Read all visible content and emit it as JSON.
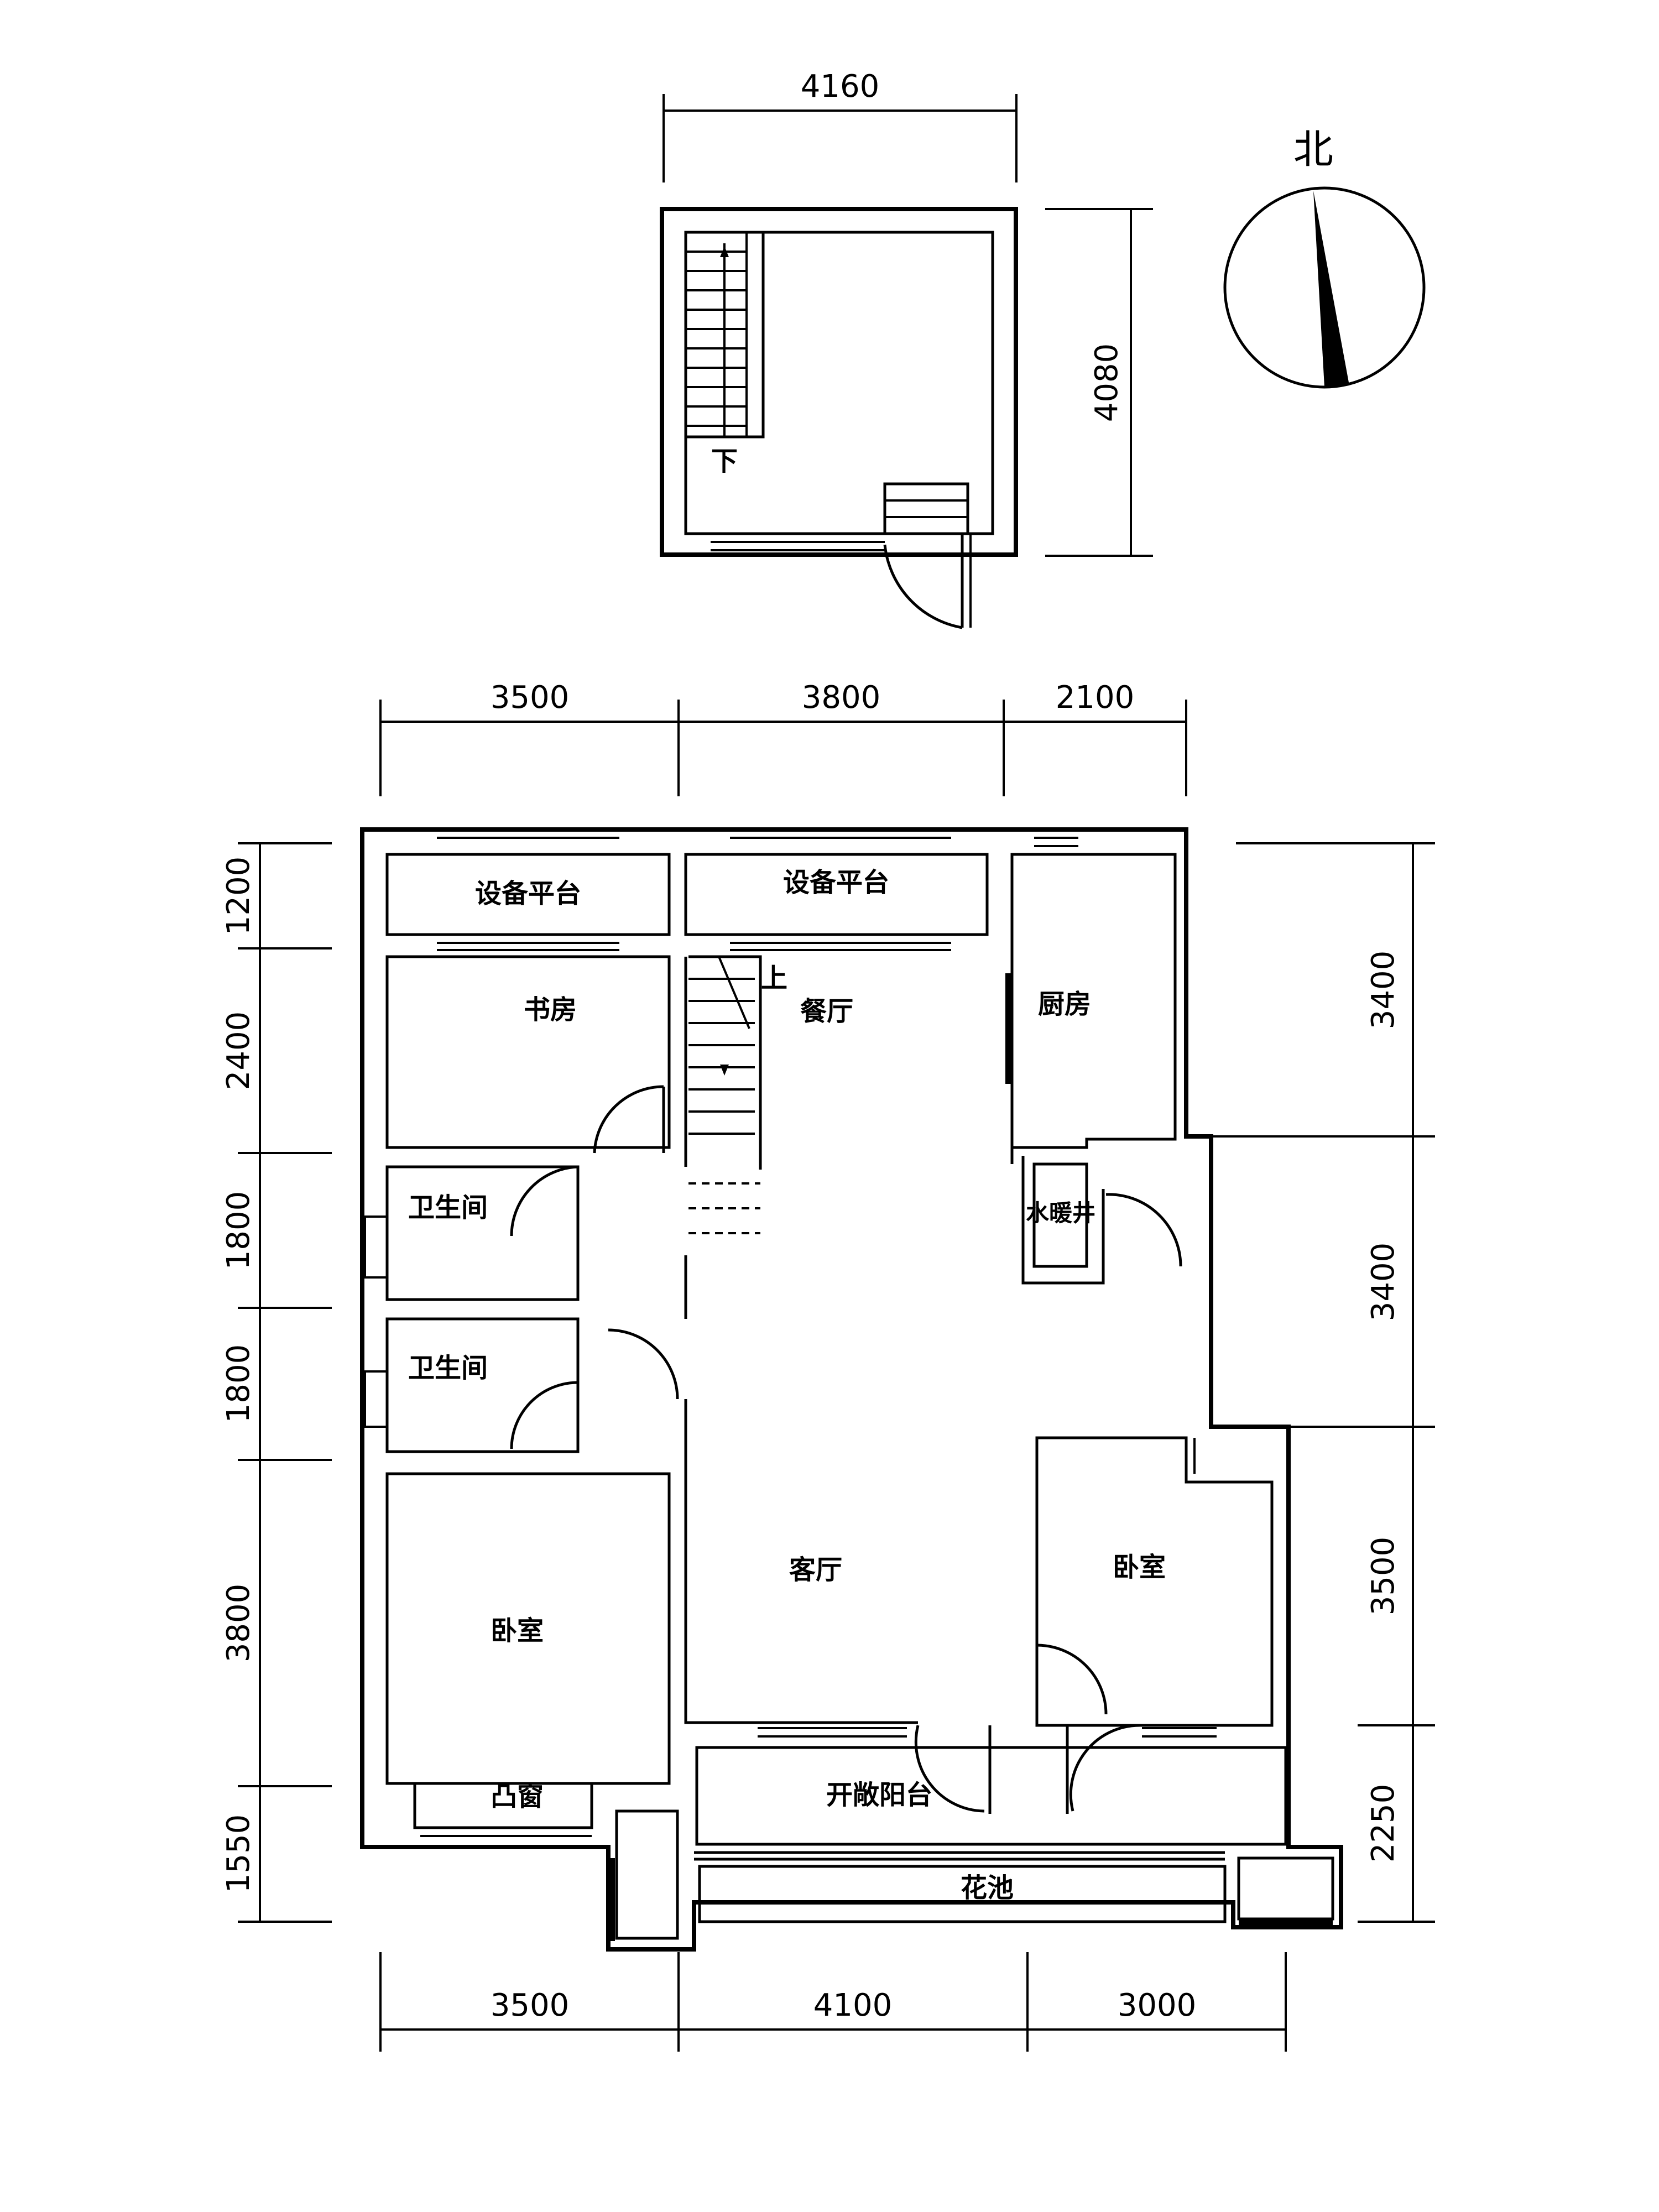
{
  "loft": {
    "width_dim": "4160",
    "height_dim": "4080",
    "stair_label": "下"
  },
  "compass": {
    "label": "北"
  },
  "top_dims": [
    "3500",
    "3800",
    "2100"
  ],
  "bottom_dims": [
    "3500",
    "4100",
    "3000"
  ],
  "left_dims": [
    "1200",
    "2400",
    "1800",
    "1800",
    "3800",
    "1550"
  ],
  "right_dims": [
    "3400",
    "3400",
    "3500",
    "2250"
  ],
  "rooms": {
    "equip1": "设备平台",
    "equip2": "设备平台",
    "study": "书房",
    "dining": "餐厅",
    "kitchen": "厨房",
    "bath1": "卫生间",
    "bath2": "卫生间",
    "shaft": "水暖井",
    "living": "客厅",
    "bedroom_left": "卧室",
    "bedroom_right": "卧室",
    "bay_window": "凸窗",
    "balcony": "开敞阳台",
    "planter": "花池",
    "stair_up": "上"
  }
}
